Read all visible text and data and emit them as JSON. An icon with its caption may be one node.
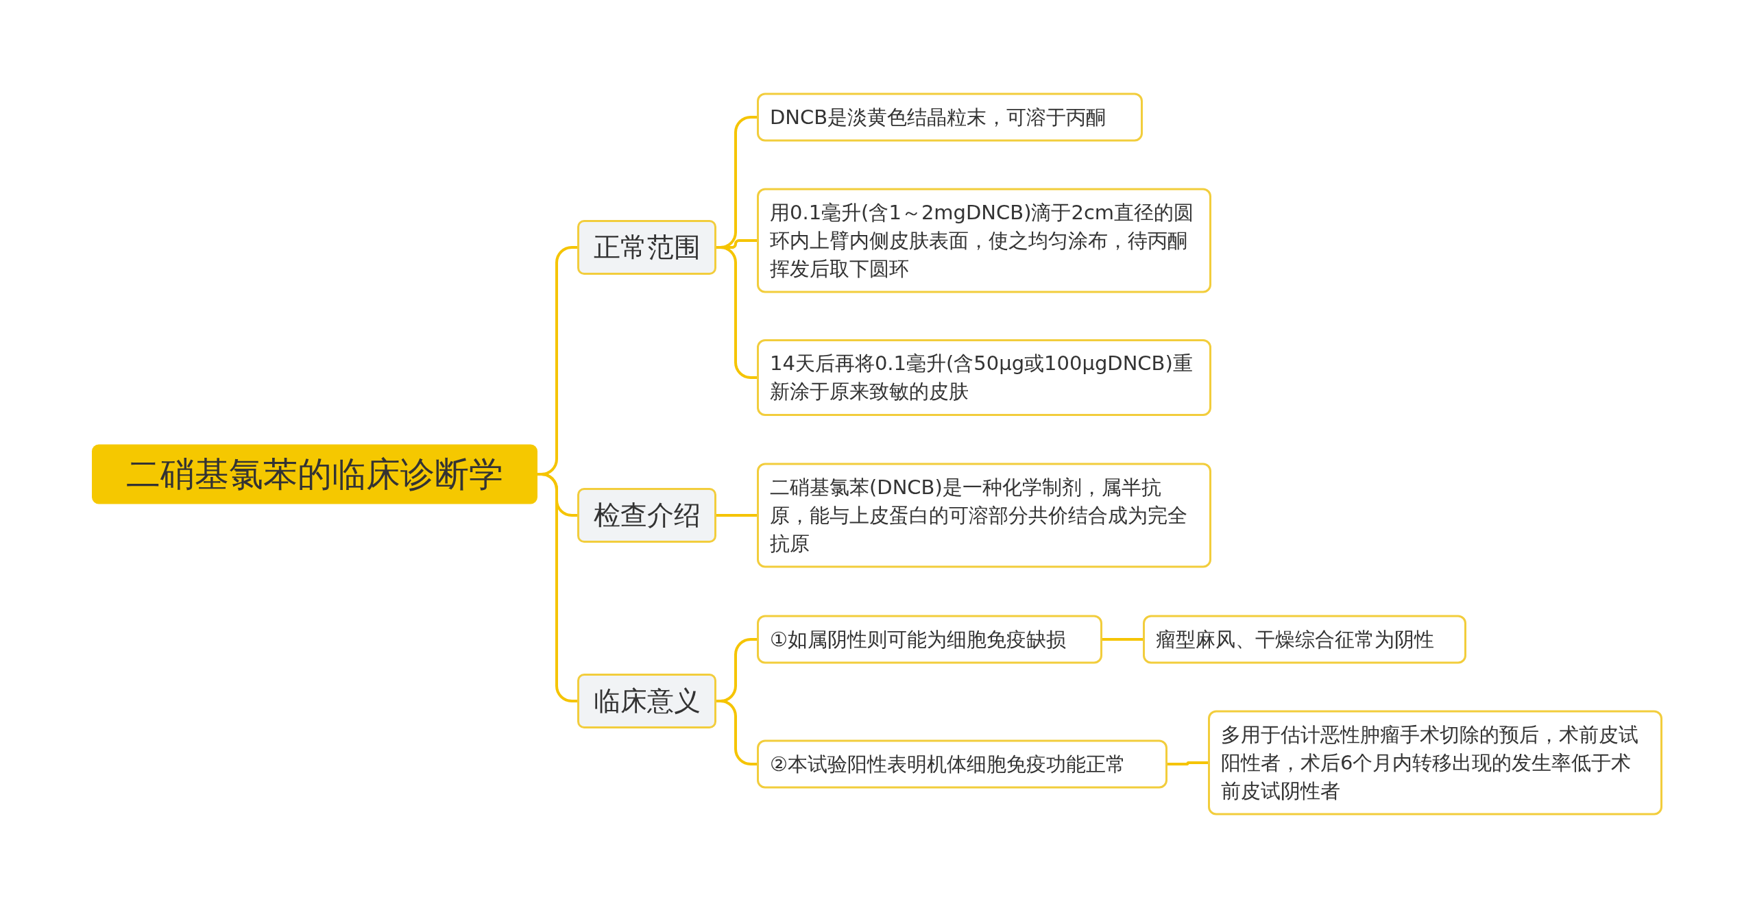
{
  "diagram": {
    "nodes": [
      {
        "text": [
          "二硝基氯苯的临床诊断学"
        ]
      },
      {
        "text": [
          "正常范围"
        ]
      },
      {
        "text": [
          "DNCB是淡黄色结晶粒末，可溶于丙酮"
        ]
      },
      {
        "text": [
          "用0.1毫升(含1～2mgDNCB)滴于2cm直径的圆环内上臂内侧皮肤表面，使之均匀涂布，待丙酮挥发后取下圆环"
        ]
      },
      {
        "text": [
          "14天后再将0.1毫升(含50μg或100μgDNCB)重新涂于原来致敏的皮肤"
        ]
      },
      {
        "text": [
          "检查介绍"
        ]
      },
      {
        "text": [
          "二硝基氯苯(DNCB)是一种化学制剂，属半抗原，能与上皮蛋白的可溶部分共价结合成为完全抗原"
        ]
      },
      {
        "text": [
          "临床意义"
        ]
      },
      {
        "text": [
          "①如属阴性则可能为细胞免疫缺损"
        ]
      },
      {
        "text": [
          "瘤型麻风、干燥综合征常为阴性"
        ]
      },
      {
        "text": [
          "②本试验阳性表明机体细胞免疫功能正常"
        ]
      },
      {
        "text": [
          "多用于估计恶性肿瘤手术切除的预后，术前皮试阳性者，术后6个月内转移出现的发生率低于术前皮试阴性者"
        ]
      }
    ],
    "edges": [
      {
        "from": 0,
        "to": 1,
        "arrow": "none"
      },
      {
        "from": 0,
        "to": 5,
        "arrow": "none"
      },
      {
        "from": 0,
        "to": 7,
        "arrow": "none"
      },
      {
        "from": 1,
        "to": 2,
        "arrow": "none"
      },
      {
        "from": 1,
        "to": 3,
        "arrow": "none"
      },
      {
        "from": 1,
        "to": 4,
        "arrow": "none"
      },
      {
        "from": 5,
        "to": 6,
        "arrow": "none"
      },
      {
        "from": 7,
        "to": 8,
        "arrow": "none"
      },
      {
        "from": 7,
        "to": 10,
        "arrow": "none"
      },
      {
        "from": 8,
        "to": 9,
        "arrow": "none"
      },
      {
        "from": 10,
        "to": 11,
        "arrow": "none"
      }
    ]
  }
}
